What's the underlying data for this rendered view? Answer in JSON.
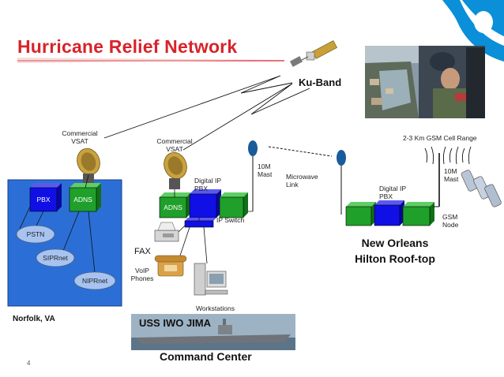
{
  "title": "Hurricane Relief Network",
  "satellite_label": "Ku-Band",
  "norfolk": {
    "vsat_label": "Commercial VSAT",
    "pbx": "PBX",
    "adns": "ADNS",
    "pstn": "PSTN",
    "siprnet": "SIPRnet",
    "niprnet": "NIPRnet",
    "location": "Norfolk, VA"
  },
  "ship": {
    "vsat_label": "Commercial VSAT",
    "digital_pbx": "Digital IP PBX",
    "adns": "ADNS",
    "ip_switch": "IP Switch",
    "fax": "FAX",
    "voip": "VoIP Phones",
    "workstations": "Workstations",
    "ship_name": "USS IWO JIMA",
    "command": "Command Center",
    "mast": "10M Mast"
  },
  "microwave_label": "Microwave Link",
  "new_orleans": {
    "digital_pbx": "Digital IP PBX",
    "mast": "10M Mast",
    "gsm_node": "GSM Node",
    "gsm_range": "2-3 Km GSM Cell Range",
    "location_line1": "New Orleans",
    "location_line2": "Hilton Roof-top"
  },
  "page_number": "4",
  "colors": {
    "title_red": "#d8232a",
    "panel_blue": "#2b6fd6",
    "box_green": "#1fa02a",
    "box_blue": "#1010e6",
    "mast_blue": "#1a5b9a",
    "logo_blue": "#0a8fd8"
  }
}
